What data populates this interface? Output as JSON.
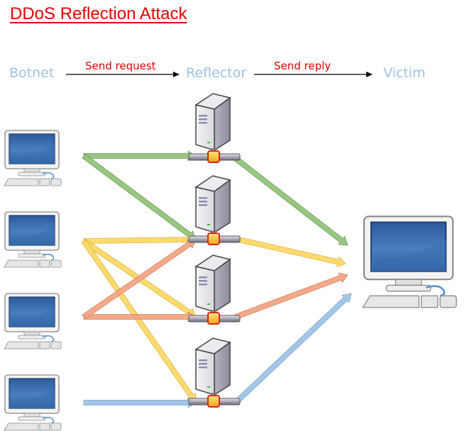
{
  "title": "DDoS Reflection Attack",
  "header": {
    "botnet_label": "Botnet",
    "reflector_label": "Reflector",
    "victim_label": "Victim",
    "send_request_label": "Send request",
    "send_reply_label": "Send reply"
  },
  "colors": {
    "title": "#e60000",
    "role_label": "#9dc3e6",
    "action_label": "#e00000",
    "green": "#93c47d",
    "yellow": "#ffd966",
    "orange": "#f4a582",
    "blue": "#9fc5e8"
  },
  "nodes": {
    "bots": [
      "bot-1",
      "bot-2",
      "bot-3",
      "bot-4"
    ],
    "reflectors": [
      "reflector-1",
      "reflector-2",
      "reflector-3",
      "reflector-4"
    ],
    "victim": "victim"
  },
  "flows": [
    {
      "from": "bot-1",
      "to": "reflector-1",
      "color": "green"
    },
    {
      "from": "bot-1",
      "to": "reflector-2",
      "color": "green"
    },
    {
      "from": "bot-2",
      "to": "reflector-2",
      "color": "yellow"
    },
    {
      "from": "bot-2",
      "to": "reflector-3",
      "color": "yellow"
    },
    {
      "from": "bot-2",
      "to": "reflector-4",
      "color": "yellow"
    },
    {
      "from": "bot-3",
      "to": "reflector-3",
      "color": "orange"
    },
    {
      "from": "bot-3",
      "to": "reflector-2",
      "color": "orange"
    },
    {
      "from": "bot-4",
      "to": "reflector-4",
      "color": "blue"
    },
    {
      "from": "reflector-1",
      "to": "victim",
      "color": "green"
    },
    {
      "from": "reflector-2",
      "to": "victim",
      "color": "yellow"
    },
    {
      "from": "reflector-3",
      "to": "victim",
      "color": "orange"
    },
    {
      "from": "reflector-4",
      "to": "victim",
      "color": "blue"
    }
  ]
}
